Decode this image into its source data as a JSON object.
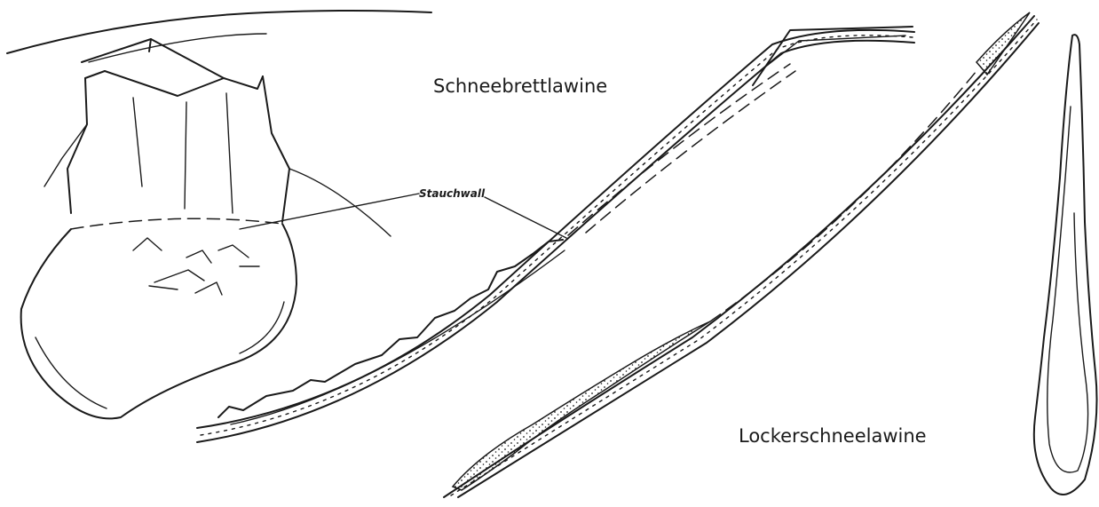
{
  "labels": {
    "slab_avalanche": "Schneebrettlawine",
    "loose_snow_avalanche": "Lockerschneelawine",
    "compression_wall": "Stauchwall"
  }
}
